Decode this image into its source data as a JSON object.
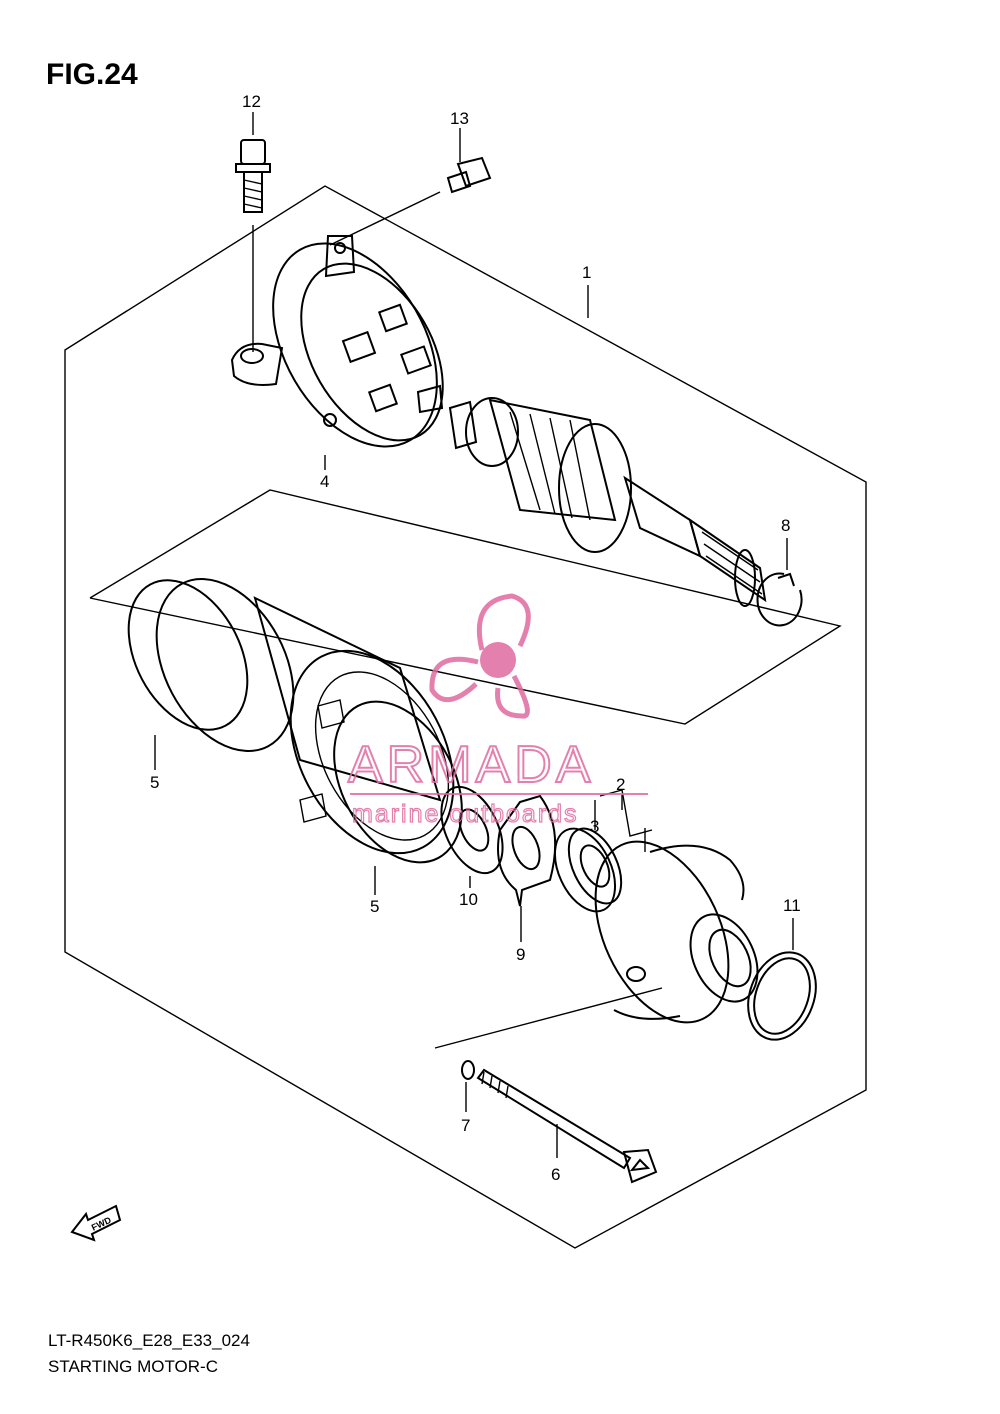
{
  "figure": {
    "title": "FIG.24",
    "model_code": "LT-R450K6_E28_E33_024",
    "section_name": "STARTING MOTOR-C",
    "fwd_label": "FWD"
  },
  "watermark": {
    "brand": "ARMADA",
    "tagline": "marine outboards",
    "color": "#e06aa0"
  },
  "callouts": [
    {
      "id": "1",
      "label": "1"
    },
    {
      "id": "2",
      "label": "2"
    },
    {
      "id": "3",
      "label": "3"
    },
    {
      "id": "4",
      "label": "4"
    },
    {
      "id": "5a",
      "label": "5"
    },
    {
      "id": "5b",
      "label": "5"
    },
    {
      "id": "6",
      "label": "6"
    },
    {
      "id": "7",
      "label": "7"
    },
    {
      "id": "8",
      "label": "8"
    },
    {
      "id": "9",
      "label": "9"
    },
    {
      "id": "10",
      "label": "10"
    },
    {
      "id": "11",
      "label": "11"
    },
    {
      "id": "12",
      "label": "12"
    },
    {
      "id": "13",
      "label": "13"
    }
  ]
}
